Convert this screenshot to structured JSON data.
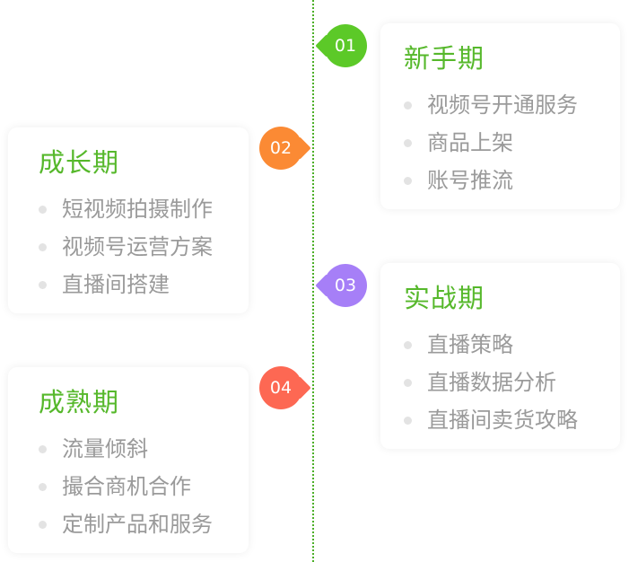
{
  "stages": [
    {
      "number": "01",
      "title": "新手期",
      "items": [
        "视频号开通服务",
        "商品上架",
        "账号推流"
      ],
      "color": "#5cc928"
    },
    {
      "number": "02",
      "title": "成长期",
      "items": [
        "短视频拍摄制作",
        "视频号运营方案",
        "直播间搭建"
      ],
      "color": "#fb8a34"
    },
    {
      "number": "03",
      "title": "实战期",
      "items": [
        "直播策略",
        "直播数据分析",
        "直播间卖货攻略"
      ],
      "color": "#a67ff7"
    },
    {
      "number": "04",
      "title": "成熟期",
      "items": [
        "流量倾斜",
        "撮合商机合作",
        "定制产品和服务"
      ],
      "color": "#fd6853"
    }
  ],
  "colors": {
    "timeline": "#4caf28",
    "title": "#56b82b",
    "item_text": "#9a9a9a",
    "bullet": "#e3e3e3"
  }
}
